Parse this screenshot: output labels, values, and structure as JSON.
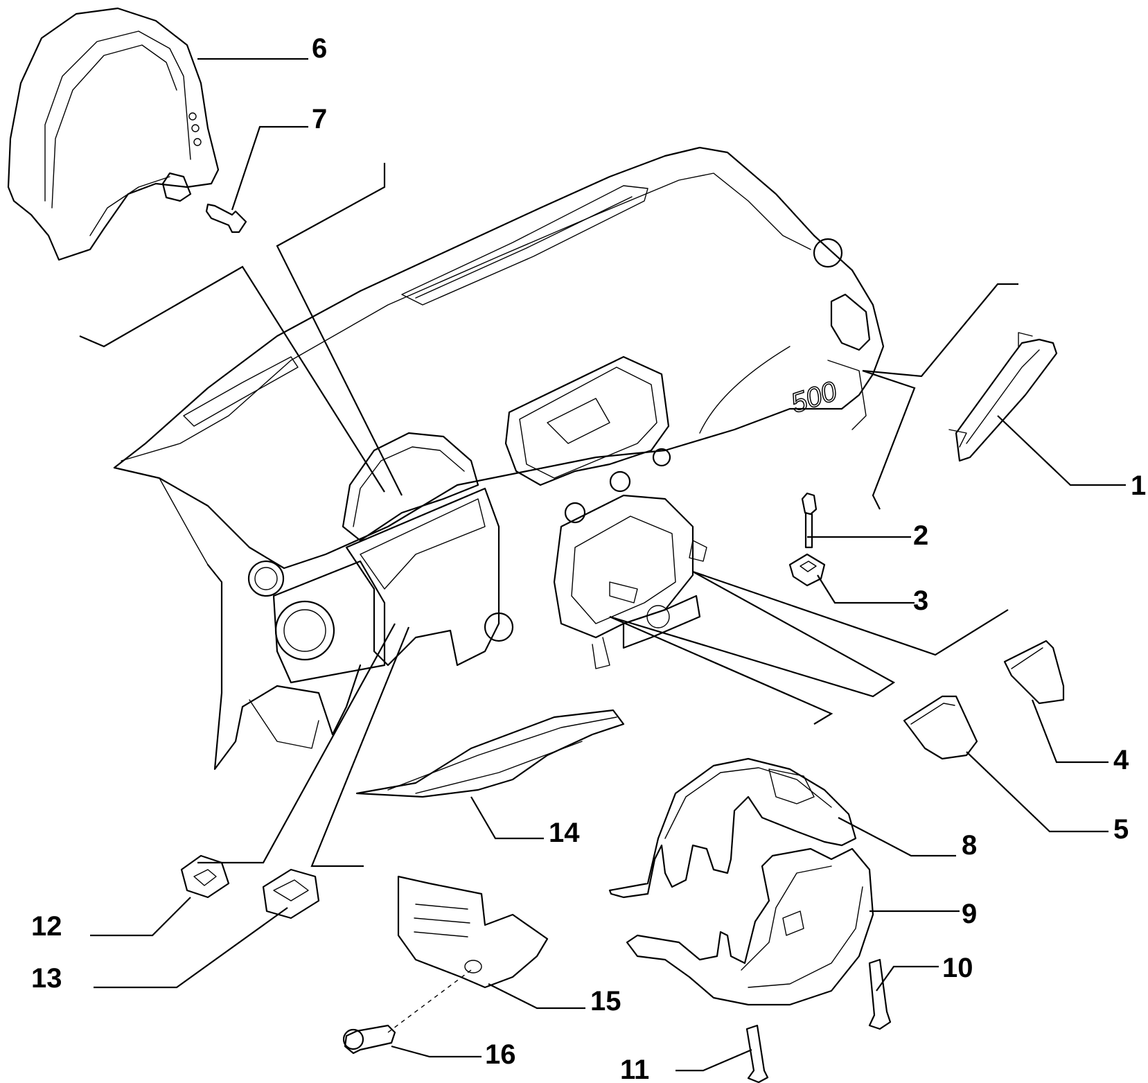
{
  "callouts": {
    "c1": "1",
    "c2": "2",
    "c3": "3",
    "c4": "4",
    "c5": "5",
    "c6": "6",
    "c7": "7",
    "c8": "8",
    "c9": "9",
    "c10": "10",
    "c11": "11",
    "c12": "12",
    "c13": "13",
    "c14": "14",
    "c15": "15",
    "c16": "16"
  },
  "emblem": {
    "text": "500"
  }
}
